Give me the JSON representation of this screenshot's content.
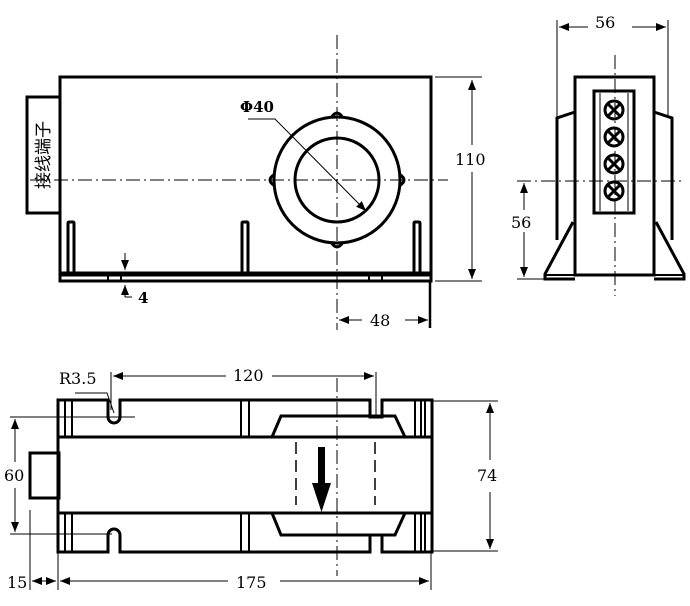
{
  "drawing": {
    "front_view": {
      "terminal_label": "接线端子",
      "diameter_label": "Φ40",
      "height_dim": "110",
      "offset_dim": "48",
      "base_thickness_dim": "4"
    },
    "side_view": {
      "width_dim": "56",
      "center_height_dim": "56",
      "terminal_count": 4
    },
    "bottom_view": {
      "slot_radius_dim": "R3.5",
      "slot_spacing_dim": "120",
      "mount_height_dim": "60",
      "total_depth_dim": "74",
      "terminal_offset_dim": "15",
      "total_length_dim": "175"
    }
  }
}
